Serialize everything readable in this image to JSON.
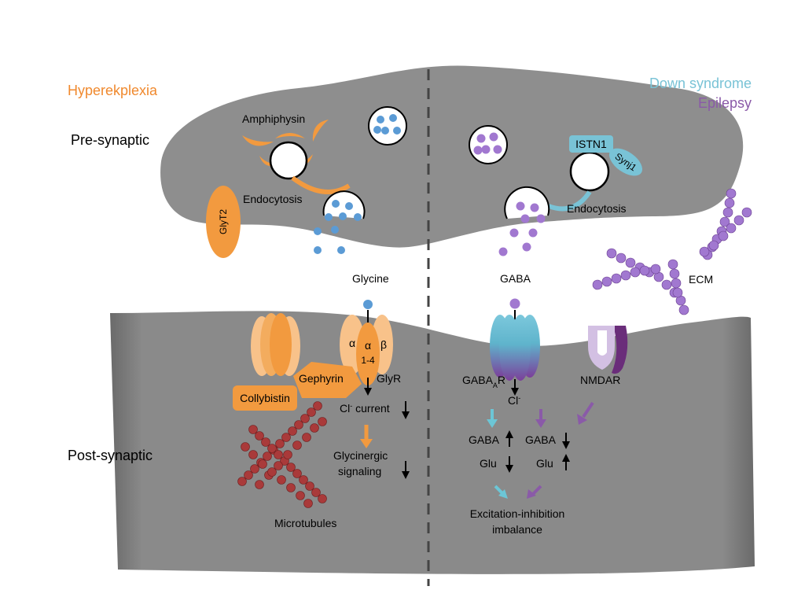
{
  "legend": {
    "hyperekplexia": "Hyperekplexia",
    "down_syndrome": "Down syndrome",
    "epilepsy": "Epilepsy"
  },
  "regions": {
    "pre": "Pre-synaptic",
    "post": "Post-synaptic"
  },
  "left": {
    "amphiphysin": "Amphiphysin",
    "endocytosis": "Endocytosis",
    "glyt2": "GlyT2",
    "glycine": "Glycine",
    "alpha": "α",
    "beta": "β",
    "alpha14_a": "α",
    "alpha14_b": "1-4",
    "gephyrin": "Gephyrin",
    "glyr": "GlyR",
    "collybistin": "Collybistin",
    "cl": "Cl",
    "cl_sup": "-",
    "current": " current",
    "glycinergic_1": "Glycinergic",
    "glycinergic_2": "signaling",
    "microtubules": "Microtubules"
  },
  "right": {
    "istn1": "ISTN1",
    "synj1": "Synj1",
    "endocytosis": "Endocytosis",
    "gaba": "GABA",
    "ecm": "ECM",
    "gabaar_1": "GABA",
    "gabaar_sub": "A",
    "gabaar_2": "R",
    "nmdar": "NMDAR",
    "cl": "Cl",
    "cl_sup": "-",
    "gaba_up": "GABA",
    "gaba_down": "GABA",
    "glu_down": "Glu",
    "glu_up": "Glu",
    "imbalance_1": "Excitation-inhibition",
    "imbalance_2": "imbalance"
  },
  "colors": {
    "hyperekplexia": "#f0892e",
    "down_syndrome": "#79c3d6",
    "epilepsy": "#8a5aa8",
    "gray": "#8c8c8c",
    "vesicle_blue": "#5b9bd5",
    "vesicle_purple": "#a178d0",
    "orange_light": "#f8c28a",
    "orange": "#f29a3f",
    "microtubule": "#a93a3a",
    "teal": "#6cc6d6",
    "purple_dark": "#6a2d7a"
  }
}
